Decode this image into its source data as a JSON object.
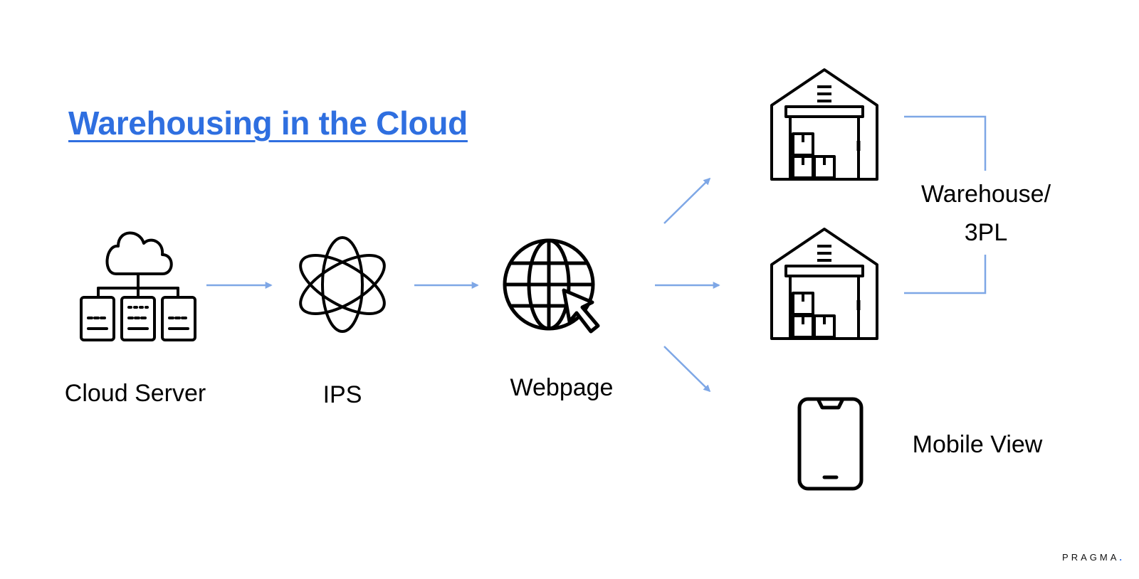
{
  "title": "Warehousing in the Cloud",
  "nodes": {
    "cloud_server": "Cloud Server",
    "ips": "IPS",
    "webpage": "Webpage",
    "warehouse_line1": "Warehouse/",
    "warehouse_line2": "3PL",
    "mobile_view": "Mobile View"
  },
  "brand": {
    "name": "PRAGMA",
    "dot": "."
  },
  "colors": {
    "title": "#2f6fe0",
    "connector": "#7ea7e6",
    "icon_stroke": "#000000"
  },
  "icons": [
    "cloud-server-icon",
    "atom-icon",
    "globe-cursor-icon",
    "warehouse-icon",
    "warehouse-icon",
    "mobile-phone-icon"
  ]
}
